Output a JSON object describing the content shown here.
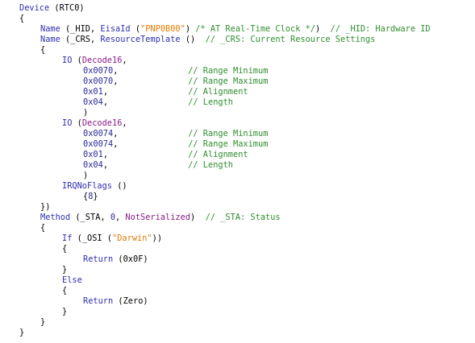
{
  "colors": {
    "keyword": "#2f2fb0",
    "string": "#e07b00",
    "comment": "#2f8f2f",
    "number": "#2a2a9a",
    "macro": "#8b1a8b",
    "plain": "#000000"
  },
  "lines": [
    {
      "indent": 1,
      "tokens": [
        {
          "t": "Device",
          "c": "keyword"
        },
        {
          "t": " (RTC0)",
          "c": "plain"
        }
      ]
    },
    {
      "indent": 1,
      "tokens": [
        {
          "t": "{",
          "c": "plain"
        }
      ]
    },
    {
      "indent": 2,
      "tokens": [
        {
          "t": "Name",
          "c": "keyword"
        },
        {
          "t": " (_HID, ",
          "c": "plain"
        },
        {
          "t": "EisaId",
          "c": "keyword"
        },
        {
          "t": " (",
          "c": "plain"
        },
        {
          "t": "\"PNP0B00\"",
          "c": "string"
        },
        {
          "t": ") ",
          "c": "plain"
        },
        {
          "t": "/* AT Real-Time Clock */",
          "c": "comment"
        },
        {
          "t": ")  ",
          "c": "plain"
        },
        {
          "t": "// _HID: Hardware ID",
          "c": "comment"
        }
      ]
    },
    {
      "indent": 2,
      "tokens": [
        {
          "t": "Name",
          "c": "keyword"
        },
        {
          "t": " (_CRS, ",
          "c": "plain"
        },
        {
          "t": "ResourceTemplate",
          "c": "keyword"
        },
        {
          "t": " ()  ",
          "c": "plain"
        },
        {
          "t": "// _CRS: Current Resource Settings",
          "c": "comment"
        }
      ]
    },
    {
      "indent": 2,
      "tokens": [
        {
          "t": "{",
          "c": "plain"
        }
      ]
    },
    {
      "indent": 3,
      "tokens": [
        {
          "t": "IO",
          "c": "keyword"
        },
        {
          "t": " (",
          "c": "plain"
        },
        {
          "t": "Decode16",
          "c": "macro"
        },
        {
          "t": ",",
          "c": "plain"
        }
      ]
    },
    {
      "indent": 4,
      "tokens": [
        {
          "t": "0x0070",
          "c": "number"
        },
        {
          "t": ",              ",
          "c": "plain"
        },
        {
          "t": "// Range Minimum",
          "c": "comment"
        }
      ]
    },
    {
      "indent": 4,
      "tokens": [
        {
          "t": "0x0070",
          "c": "number"
        },
        {
          "t": ",              ",
          "c": "plain"
        },
        {
          "t": "// Range Maximum",
          "c": "comment"
        }
      ]
    },
    {
      "indent": 4,
      "tokens": [
        {
          "t": "0x01",
          "c": "number"
        },
        {
          "t": ",                ",
          "c": "plain"
        },
        {
          "t": "// Alignment",
          "c": "comment"
        }
      ]
    },
    {
      "indent": 4,
      "tokens": [
        {
          "t": "0x04",
          "c": "number"
        },
        {
          "t": ",                ",
          "c": "plain"
        },
        {
          "t": "// Length",
          "c": "comment"
        }
      ]
    },
    {
      "indent": 4,
      "tokens": [
        {
          "t": ")",
          "c": "plain"
        }
      ]
    },
    {
      "indent": 3,
      "tokens": [
        {
          "t": "IO",
          "c": "keyword"
        },
        {
          "t": " (",
          "c": "plain"
        },
        {
          "t": "Decode16",
          "c": "macro"
        },
        {
          "t": ",",
          "c": "plain"
        }
      ]
    },
    {
      "indent": 4,
      "tokens": [
        {
          "t": "0x0074",
          "c": "number"
        },
        {
          "t": ",              ",
          "c": "plain"
        },
        {
          "t": "// Range Minimum",
          "c": "comment"
        }
      ]
    },
    {
      "indent": 4,
      "tokens": [
        {
          "t": "0x0074",
          "c": "number"
        },
        {
          "t": ",              ",
          "c": "plain"
        },
        {
          "t": "// Range Maximum",
          "c": "comment"
        }
      ]
    },
    {
      "indent": 4,
      "tokens": [
        {
          "t": "0x01",
          "c": "number"
        },
        {
          "t": ",                ",
          "c": "plain"
        },
        {
          "t": "// Alignment",
          "c": "comment"
        }
      ]
    },
    {
      "indent": 4,
      "tokens": [
        {
          "t": "0x04",
          "c": "number"
        },
        {
          "t": ",                ",
          "c": "plain"
        },
        {
          "t": "// Length",
          "c": "comment"
        }
      ]
    },
    {
      "indent": 4,
      "tokens": [
        {
          "t": ")",
          "c": "plain"
        }
      ]
    },
    {
      "indent": 3,
      "tokens": [
        {
          "t": "IRQNoFlags",
          "c": "keyword"
        },
        {
          "t": " ()",
          "c": "plain"
        }
      ]
    },
    {
      "indent": 4,
      "tokens": [
        {
          "t": "{",
          "c": "plain"
        },
        {
          "t": "8",
          "c": "number"
        },
        {
          "t": "}",
          "c": "plain"
        }
      ]
    },
    {
      "indent": 2,
      "tokens": [
        {
          "t": "})",
          "c": "plain"
        }
      ]
    },
    {
      "indent": 2,
      "tokens": [
        {
          "t": "Method",
          "c": "keyword"
        },
        {
          "t": " (_STA, ",
          "c": "plain"
        },
        {
          "t": "0",
          "c": "number"
        },
        {
          "t": ", ",
          "c": "plain"
        },
        {
          "t": "NotSerialized",
          "c": "macro"
        },
        {
          "t": ")  ",
          "c": "plain"
        },
        {
          "t": "// _STA: Status",
          "c": "comment"
        }
      ]
    },
    {
      "indent": 2,
      "tokens": [
        {
          "t": "{",
          "c": "plain"
        }
      ]
    },
    {
      "indent": 3,
      "tokens": [
        {
          "t": "If",
          "c": "keyword"
        },
        {
          "t": " (_OSI (",
          "c": "plain"
        },
        {
          "t": "\"Darwin\"",
          "c": "string"
        },
        {
          "t": "))",
          "c": "plain"
        }
      ]
    },
    {
      "indent": 3,
      "tokens": [
        {
          "t": "{",
          "c": "plain"
        }
      ]
    },
    {
      "indent": 4,
      "tokens": [
        {
          "t": "Return",
          "c": "keyword"
        },
        {
          "t": " (0x0F)",
          "c": "plain"
        }
      ]
    },
    {
      "indent": 3,
      "tokens": [
        {
          "t": "}",
          "c": "plain"
        }
      ]
    },
    {
      "indent": 3,
      "tokens": [
        {
          "t": "Else",
          "c": "keyword"
        }
      ]
    },
    {
      "indent": 3,
      "tokens": [
        {
          "t": "{",
          "c": "plain"
        }
      ]
    },
    {
      "indent": 4,
      "tokens": [
        {
          "t": "Return",
          "c": "keyword"
        },
        {
          "t": " (Zero)",
          "c": "plain"
        }
      ]
    },
    {
      "indent": 3,
      "tokens": [
        {
          "t": "}",
          "c": "plain"
        }
      ]
    },
    {
      "indent": 2,
      "tokens": [
        {
          "t": "}",
          "c": "plain"
        }
      ]
    },
    {
      "indent": 1,
      "tokens": [
        {
          "t": "}",
          "c": "plain"
        }
      ]
    }
  ]
}
